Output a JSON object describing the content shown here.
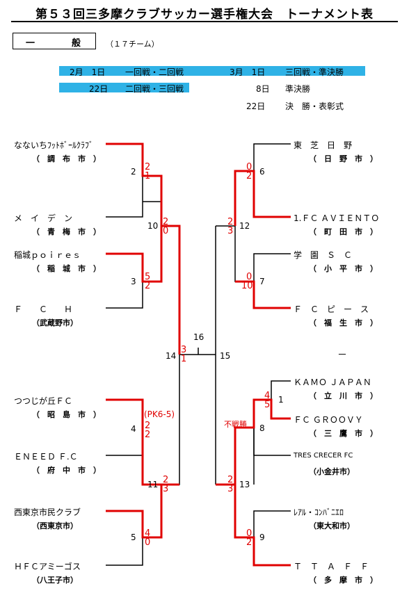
{
  "title": "第５３回三多摩クラブサッカー選手権大会　トーナメント表",
  "category": {
    "label_left": "一",
    "label_right": "般",
    "teams_count": "（１７チーム）"
  },
  "schedule": [
    {
      "date": "2月　1日",
      "round": "一回戦・二回戦",
      "highlight": true
    },
    {
      "date": "3月　1日",
      "round": "三回戦・準決勝",
      "highlight": true
    },
    {
      "date": "22日",
      "round": "二回戦・三回戦",
      "highlight": true
    },
    {
      "date": "8日",
      "round": "準決勝",
      "highlight": false
    },
    {
      "date": "22日",
      "round": "決　勝・表彰式",
      "highlight": false
    }
  ],
  "left_teams": [
    {
      "name": "なないちﾌｯﾄﾎﾞｰﾙｸﾗﾌﾞ",
      "city": "（　調　布　市　）"
    },
    {
      "name": "メ　イ　デ　ン",
      "city": "（　青　梅　市　）"
    },
    {
      "name": "稲城ｐｏｉｒｅｓ",
      "city": "（　稲　城　市　）"
    },
    {
      "name": "Ｆ　　Ｃ　　Ｈ",
      "city": "（武蔵野市）"
    },
    {
      "name": "つつじが丘ＦＣ",
      "city": "（　昭　島　市　）"
    },
    {
      "name": "ＥＮＥＥＤ Ｆ.Ｃ",
      "city": "（　府　中　市　）"
    },
    {
      "name": "西東京市民クラブ",
      "city": "（西東京市）"
    },
    {
      "name": "ＨＦＣアミーゴス",
      "city": "（八王子市）"
    }
  ],
  "right_teams": [
    {
      "name": "東　芝　日　野",
      "city": "（　日　野　市　）"
    },
    {
      "name": "1.ＦＣ ＡＶＩＥＮＴＯ",
      "city": "（　町　田　市　）"
    },
    {
      "name": "学　園　Ｓ　Ｃ",
      "city": "（　小　平　市　）"
    },
    {
      "name": "Ｆ　Ｃ　ピ　ー　ス",
      "city": "（　福　生　市　）"
    },
    {
      "name": "ＫＡＭＯ ＪＡＰＡＮ",
      "city": "（　立　川　市　）"
    },
    {
      "name": "ＦＣ ＧＲＯＯＶＹ",
      "city": "（　三　鷹　市　）"
    },
    {
      "name": "TRES CRECER FC",
      "city": "（小金井市）"
    },
    {
      "name": "ﾚｱﾙ・ｺﾝﾊﾞﾆｴﾛ",
      "city": "（東大和市）"
    },
    {
      "name": "Ｔ　Ｔ　Ａ　Ｆ　Ｆ",
      "city": "（　多　摩　市　）"
    }
  ],
  "match_numbers": {
    "m1": "1",
    "m2": "2",
    "m3": "3",
    "m4": "4",
    "m5": "5",
    "m6": "6",
    "m7": "7",
    "m8": "8",
    "m9": "9",
    "m10": "10",
    "m11": "11",
    "m12": "12",
    "m13": "13",
    "m14": "14",
    "m15": "15",
    "m16": "16"
  },
  "scores": {
    "m2_top": "2",
    "m2_bot": "1",
    "m3_top": "5",
    "m3_bot": "2",
    "m10_top": "2",
    "m10_bot": "0",
    "m4_top": "2",
    "m4_bot": "2",
    "m4_pk": "(PK6-5)",
    "m5_top": "4",
    "m5_bot": "0",
    "m11_top": "2",
    "m11_bot": "3",
    "m14_top": "3",
    "m14_bot": "1",
    "m6_top": "0",
    "m6_bot": "2",
    "m7_top": "0",
    "m7_bot": "10",
    "m12_top": "2",
    "m12_bot": "3",
    "m1_top": "4",
    "m1_bot": "5",
    "m8_note": "不戦勝",
    "m9_top": "0",
    "m9_bot": "2",
    "m13_top": "2",
    "m13_bot": "3"
  },
  "dash": "－",
  "colors": {
    "winner_line": "#e00000",
    "band": "#2fb2e6"
  }
}
